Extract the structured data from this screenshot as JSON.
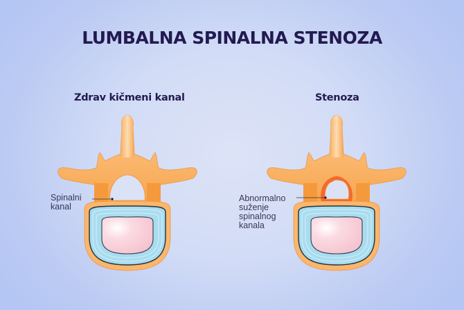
{
  "title": "LUMBALNA SPINALNA STENOZA",
  "panels": {
    "left": {
      "heading": "Zdrav kičmeni kanal",
      "label_lines": [
        "Spinalni",
        "kanal"
      ]
    },
    "right": {
      "heading": "Stenoza",
      "label_lines": [
        "Abnormalno",
        "suženje",
        "spinalnog",
        "kanala"
      ]
    }
  },
  "colors": {
    "title": "#221a50",
    "bone": "#fbb66b",
    "bone_dark": "#f59a3c",
    "disc_ring": "#a9dcef",
    "nucleus": "#f8cfd9",
    "stenosis_highlight": "#f04e23"
  }
}
